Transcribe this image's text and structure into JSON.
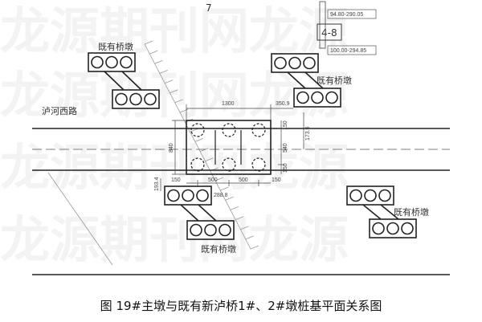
{
  "watermark": "龙源期刊网",
  "road_label": "泸河西路",
  "pier_label": "既有桥墩",
  "section_label": "4-8",
  "level_labels": [
    "94.80-290.05",
    "100.00-294.85"
  ],
  "north_mark": "7",
  "dimensions": {
    "cap_width": "1300",
    "offset_top": "350.9",
    "cap_height": "840",
    "right_top": "150",
    "right_mid": "540",
    "right_bottom": "150",
    "right_offset": "173.6",
    "bottom_left": "150",
    "bottom_mid1": "500",
    "bottom_mid2": "500",
    "bottom_right": "150",
    "pier_offset": "288.8",
    "left_offset": "193.4"
  },
  "caption": "图 19#主墩与既有新泸桥1#、2#墩桩基平面关系图"
}
